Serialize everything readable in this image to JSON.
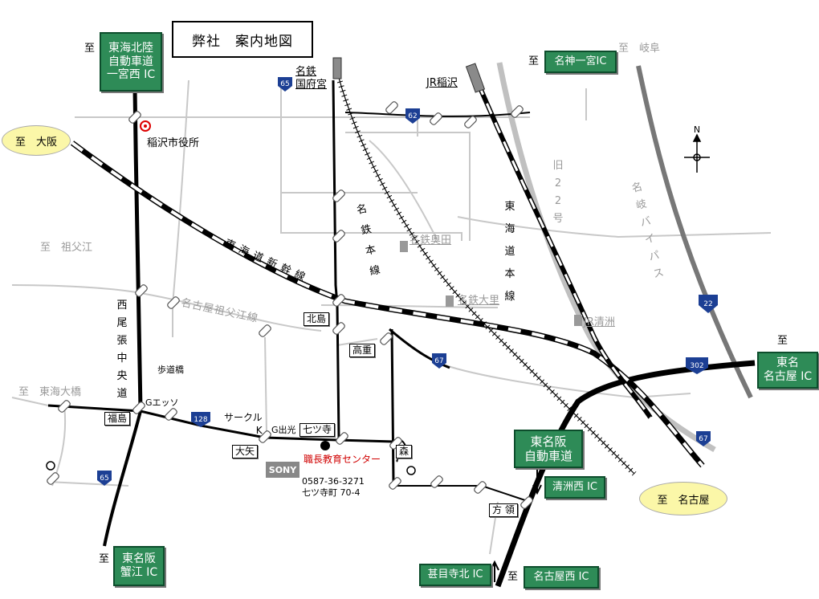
{
  "title": "弊社　案内地図",
  "company": {
    "name": "職長教育センター",
    "phone": "0587-36-3271",
    "address": "七ツ寺町 70-4",
    "nearby_logo": "SONY"
  },
  "places": {
    "inazawa_city_hall": "稲沢市役所",
    "footbridge": "歩道橋",
    "g_esso": "Gエッソ",
    "g_idemitsu": "G出光",
    "circle_k": "サークル\nK"
  },
  "direction_labels": {
    "to": "至",
    "gifu": "至　岐阜",
    "sofue": "至　祖父江",
    "tokai_ohashi": "至　東海大橋"
  },
  "highway_signs": {
    "tokai_hokuriku": "東海北陸\n自動車道\n一宮西 IC",
    "meishin": "名神一宮IC",
    "tomei_nagoya": "東名\n名古屋 IC",
    "tomeihan": "東名阪\n自動車道",
    "kiyosu_nishi": "清洲西 IC",
    "jimokuji_kita": "甚目寺北 IC",
    "nagoya_nishi": "名古屋西 IC",
    "kanie": "東名阪\n蟹江 IC"
  },
  "ovals": {
    "osaka": "至　大阪",
    "nagoya": "至　名古屋"
  },
  "intersections": {
    "kitajima": "北島",
    "takashige": "高重",
    "fukushima": "福島",
    "oya": "大矢",
    "nanatsudera": "七ツ寺",
    "mori": "森",
    "kata": "方 領"
  },
  "stations": {
    "kounomiya": "名鉄\n国府宮",
    "jr_inazawa": "JR稲沢",
    "meitetsu_okuda": "名鉄奥田",
    "meitetsu_ozato": "名鉄大里",
    "jr_kiyosu": "JR清洲"
  },
  "route_labels": {
    "shinkansen": "東海道新幹線",
    "meitetsu_line": "名鉄本線",
    "tokaido_line": "東海道本線",
    "old22": "旧22号",
    "meigi_bypass": "名岐バイパス",
    "nishi_owari": "西尾張中央道",
    "nagoya_sofue": "名古屋祖父江線"
  },
  "route_shields": {
    "r65a": "65",
    "r62": "62",
    "r67a": "67",
    "r128": "128",
    "r65b": "65",
    "r22": "22",
    "r302": "302",
    "r67b": "67"
  },
  "compass": "N",
  "colors": {
    "highway_green": "#2e8b57",
    "oval_yellow": "#fbf7a8",
    "road_gray": "#c8c8c8",
    "label_gray": "#9a9a9a",
    "route_shield_blue": "#1c3f94",
    "company_red": "#d00000"
  }
}
